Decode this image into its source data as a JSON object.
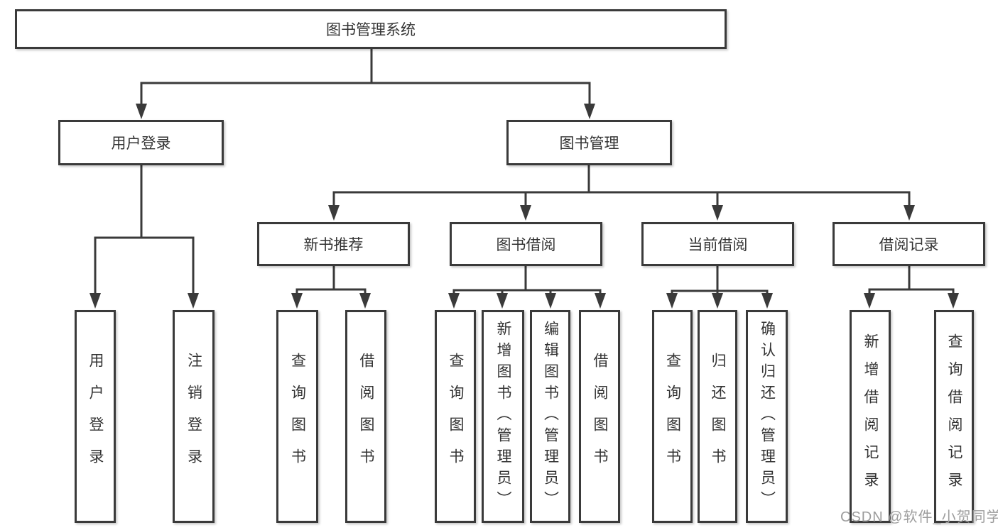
{
  "colors": {
    "line": "#3a3a3a",
    "text": "#333333",
    "watermark": "#9d9d9d",
    "background": "#ffffff"
  },
  "nodes": {
    "root": "图书管理系统",
    "user_login": "用户登录",
    "book_management": "图书管理",
    "new_book_recommend": "新书推荐",
    "book_borrow": "图书借阅",
    "current_borrow": "当前借阅",
    "borrow_records": "借阅记录",
    "login_user_login": "用户登录",
    "login_logout": "注销登录",
    "rec_query_book": "查询图书",
    "rec_borrow_book": "借阅图书",
    "bb_query_book": "查询图书",
    "bb_add_book": "新增图书（管理员）",
    "bb_edit_book": "编辑图书（管理员）",
    "bb_borrow_book": "借阅图书",
    "cb_query_book": "查询图书",
    "cb_return_book": "归还图书",
    "cb_confirm_return": "确认归还（管理员）",
    "br_add_record": "新增借阅记录",
    "br_query_record": "查询借阅记录"
  },
  "watermark": "CSDN @软件_小贺同学"
}
